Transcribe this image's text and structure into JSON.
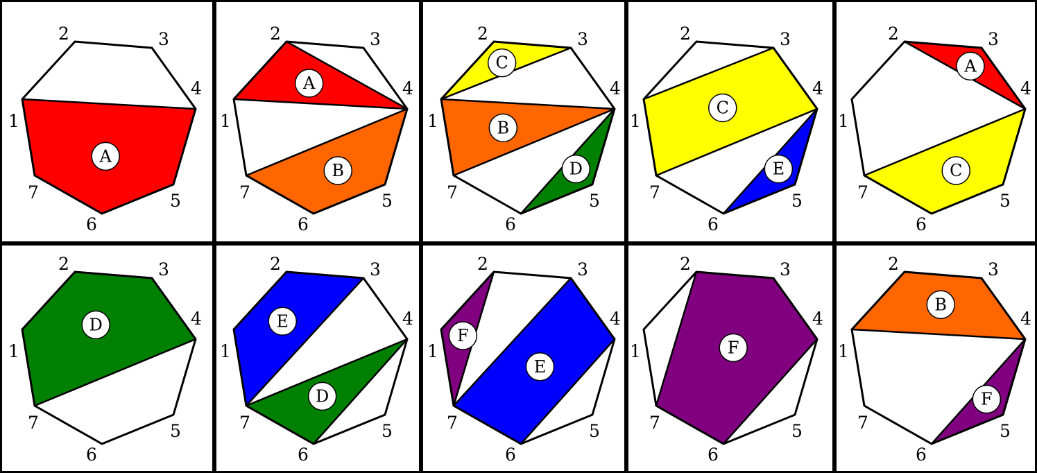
{
  "colors": {
    "A": "#ff0000",
    "B": "#ff6600",
    "C": "#ffff00",
    "D": "#008000",
    "E": "#0000ff",
    "F": "#800080"
  },
  "vertex_labels": [
    "1",
    "2",
    "3",
    "4",
    "5",
    "6",
    "7"
  ],
  "panels": [
    {
      "regions": [
        {
          "label": "A",
          "vertices": [
            1,
            4,
            5,
            6,
            7
          ]
        }
      ]
    },
    {
      "regions": [
        {
          "label": "A",
          "vertices": [
            1,
            2,
            4
          ]
        },
        {
          "label": "B",
          "vertices": [
            7,
            4,
            5,
            6
          ]
        }
      ]
    },
    {
      "regions": [
        {
          "label": "C",
          "vertices": [
            1,
            2,
            3
          ]
        },
        {
          "label": "B",
          "vertices": [
            1,
            4,
            7
          ]
        },
        {
          "label": "D",
          "vertices": [
            6,
            4,
            5
          ]
        }
      ]
    },
    {
      "regions": [
        {
          "label": "C",
          "vertices": [
            1,
            3,
            4,
            7
          ]
        },
        {
          "label": "E",
          "vertices": [
            6,
            4,
            5
          ]
        }
      ]
    },
    {
      "regions": [
        {
          "label": "A",
          "vertices": [
            2,
            3,
            4
          ]
        },
        {
          "label": "C",
          "vertices": [
            7,
            4,
            5,
            6
          ]
        }
      ]
    },
    {
      "regions": [
        {
          "label": "D",
          "vertices": [
            1,
            2,
            3,
            4,
            7
          ]
        }
      ]
    },
    {
      "regions": [
        {
          "label": "E",
          "vertices": [
            1,
            2,
            3,
            7
          ]
        },
        {
          "label": "D",
          "vertices": [
            7,
            4,
            6
          ]
        }
      ]
    },
    {
      "regions": [
        {
          "label": "F",
          "vertices": [
            1,
            2,
            7
          ]
        },
        {
          "label": "E",
          "vertices": [
            7,
            3,
            4,
            6
          ]
        }
      ]
    },
    {
      "regions": [
        {
          "label": "F",
          "vertices": [
            2,
            3,
            4,
            6,
            7
          ]
        }
      ]
    },
    {
      "regions": [
        {
          "label": "B",
          "vertices": [
            1,
            2,
            3,
            4
          ]
        },
        {
          "label": "F",
          "vertices": [
            6,
            4,
            5
          ]
        }
      ]
    }
  ]
}
